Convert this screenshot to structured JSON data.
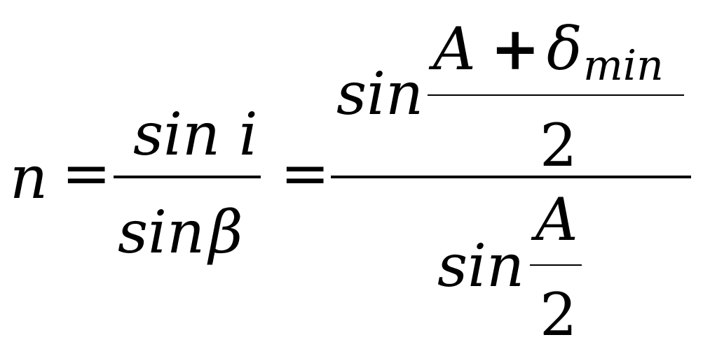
{
  "formula": {
    "lhs_symbol": "n",
    "equals": "=",
    "fraction1": {
      "numerator": "sin i",
      "denominator_func": "sin",
      "denominator_symbol": "β"
    },
    "fraction2": {
      "numerator": {
        "func": "sin",
        "inner_numerator_A": "A",
        "inner_numerator_plus": "+",
        "inner_numerator_delta": "δ",
        "inner_numerator_subscript": "min",
        "inner_denominator": "2"
      },
      "denominator": {
        "func": "sin",
        "inner_numerator": "A",
        "inner_denominator": "2"
      }
    }
  }
}
